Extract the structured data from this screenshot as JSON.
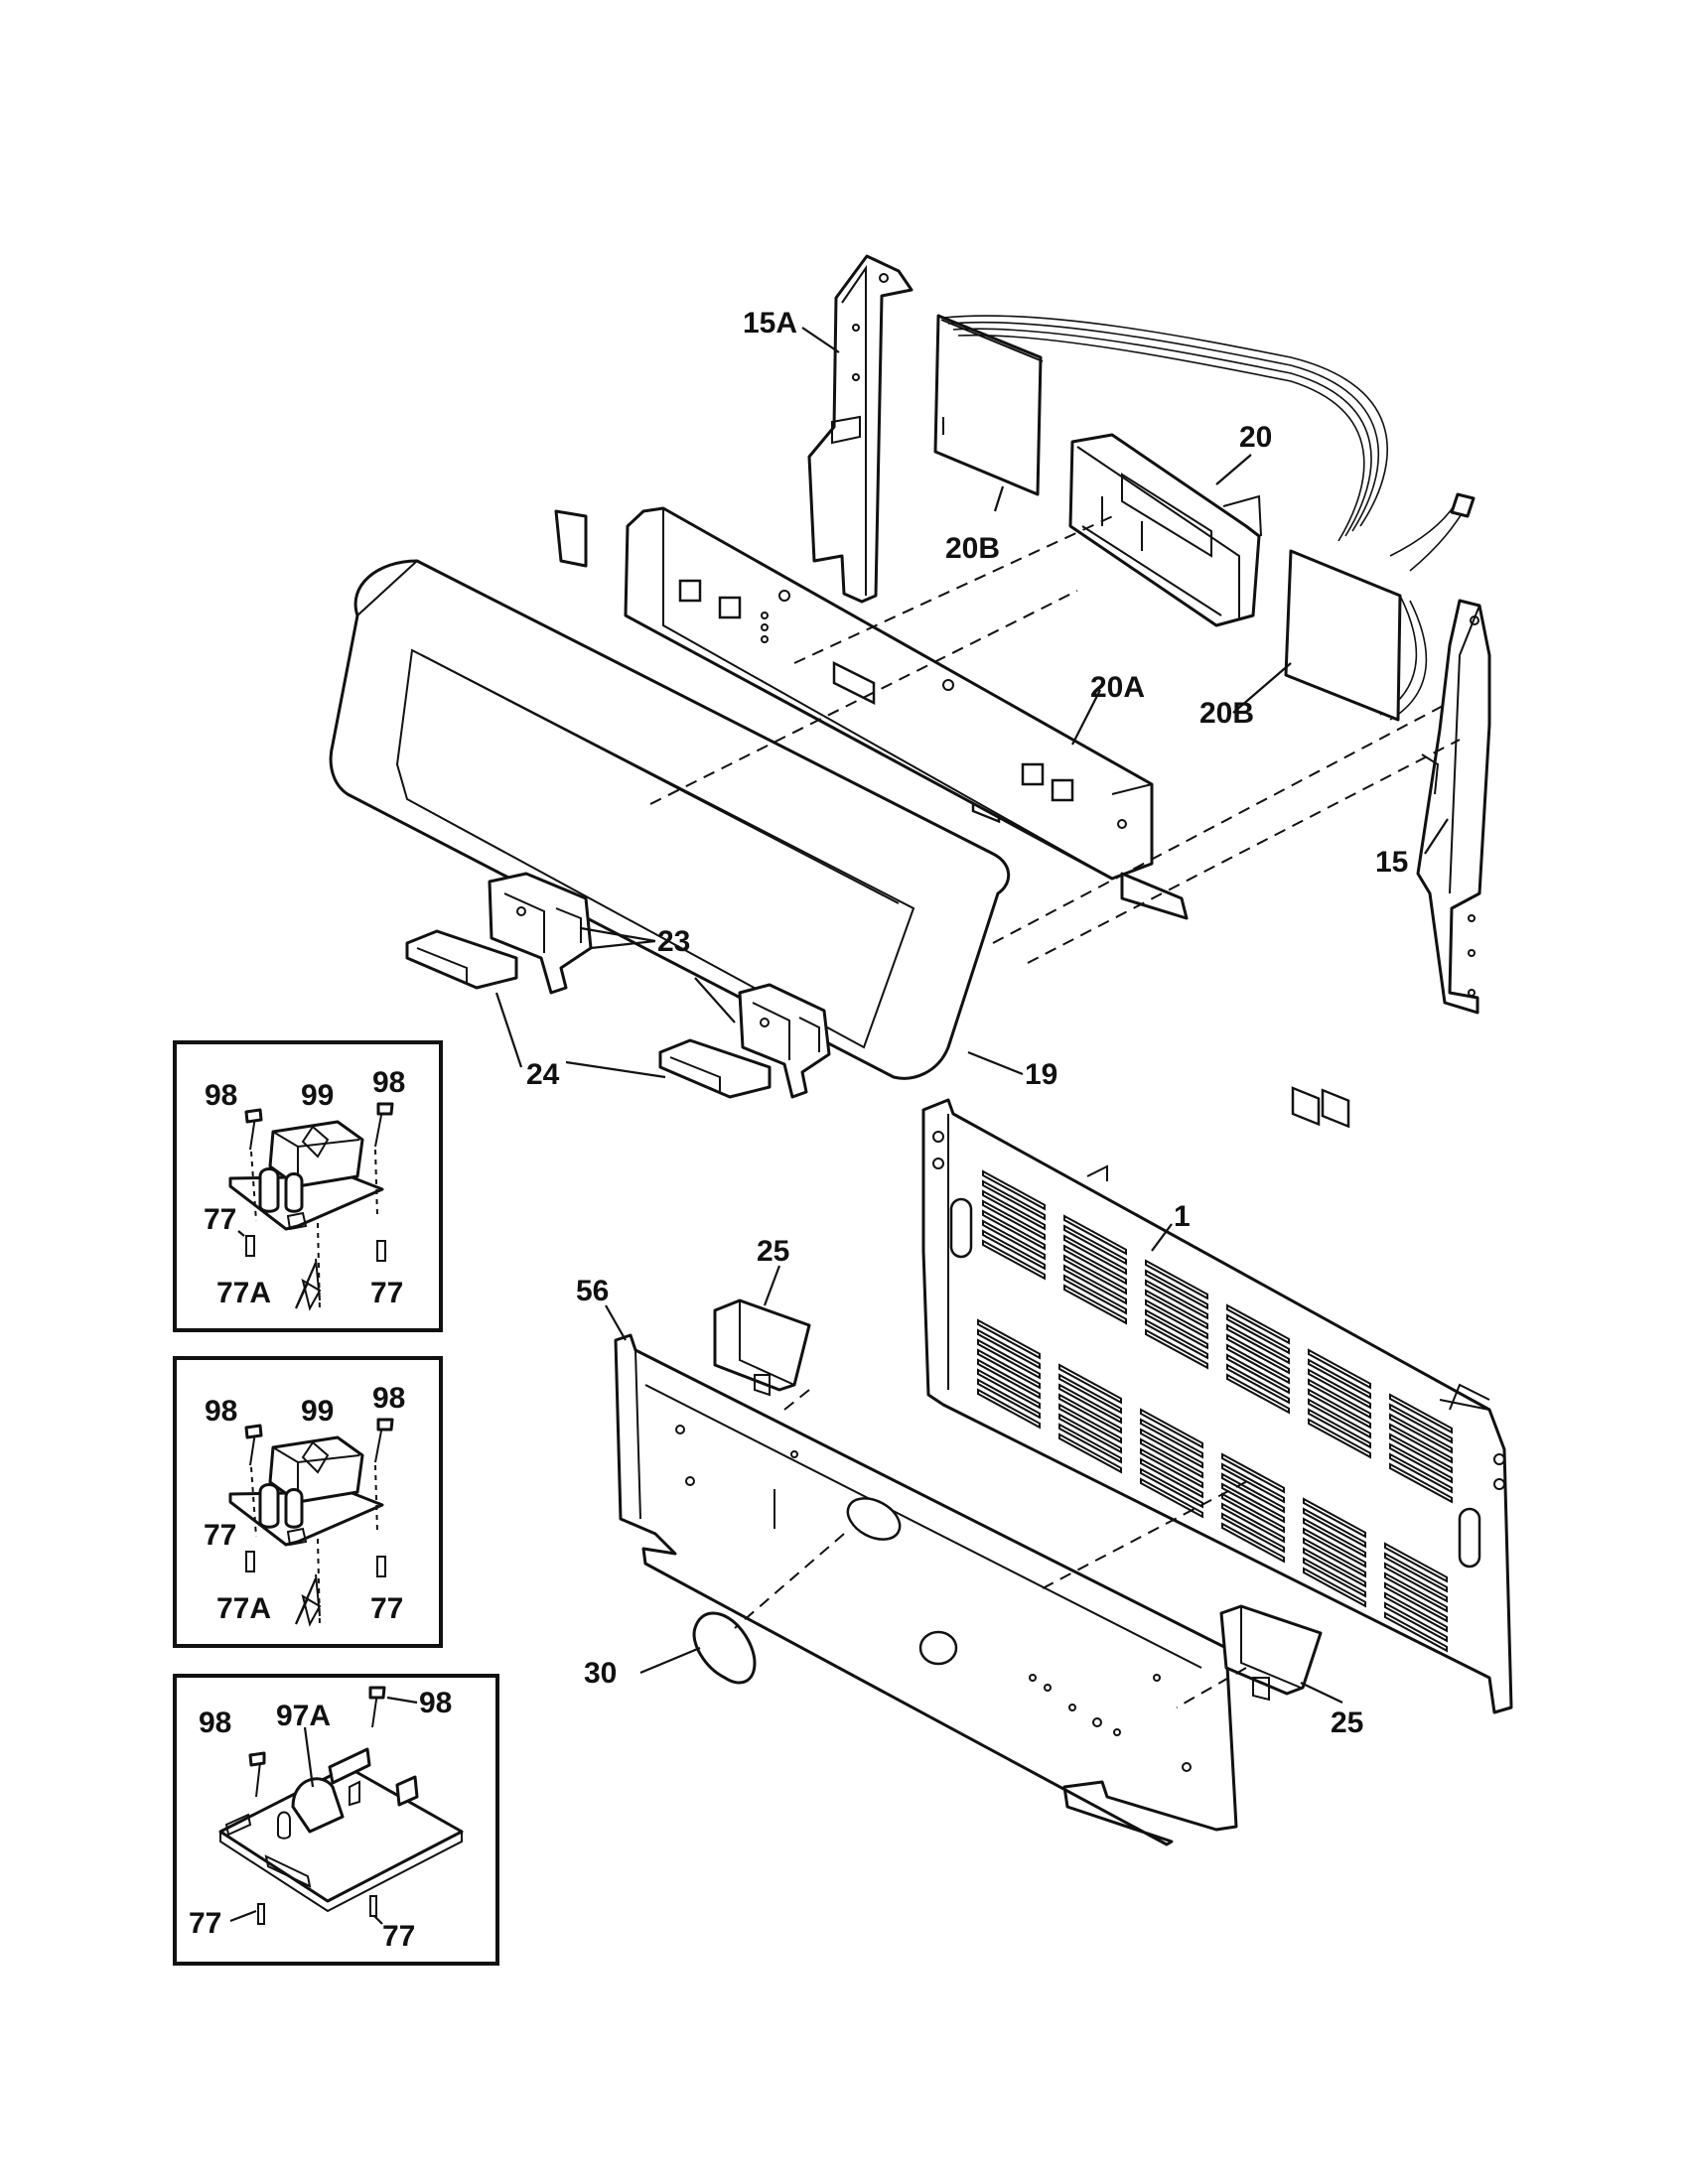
{
  "callouts": {
    "c15A": "15A",
    "c20": "20",
    "c20B_top": "20B",
    "c20B_bottom": "20B",
    "c20A": "20A",
    "c15": "15",
    "c23": "23",
    "c24": "24",
    "c19": "19",
    "c1": "1",
    "c25_top": "25",
    "c56": "56",
    "c25_bottom": "25",
    "c30": "30"
  },
  "inset1": {
    "c98_left": "98",
    "c99": "99",
    "c98_right": "98",
    "c77_left": "77",
    "c77A": "77A",
    "c77_right": "77"
  },
  "inset2": {
    "c98_left": "98",
    "c99": "99",
    "c98_right": "98",
    "c77_left": "77",
    "c77A": "77A",
    "c77_right": "77"
  },
  "inset3": {
    "c98_left": "98",
    "c97A": "97A",
    "c98_right": "98",
    "c77_left": "77",
    "c77_right": "77"
  }
}
